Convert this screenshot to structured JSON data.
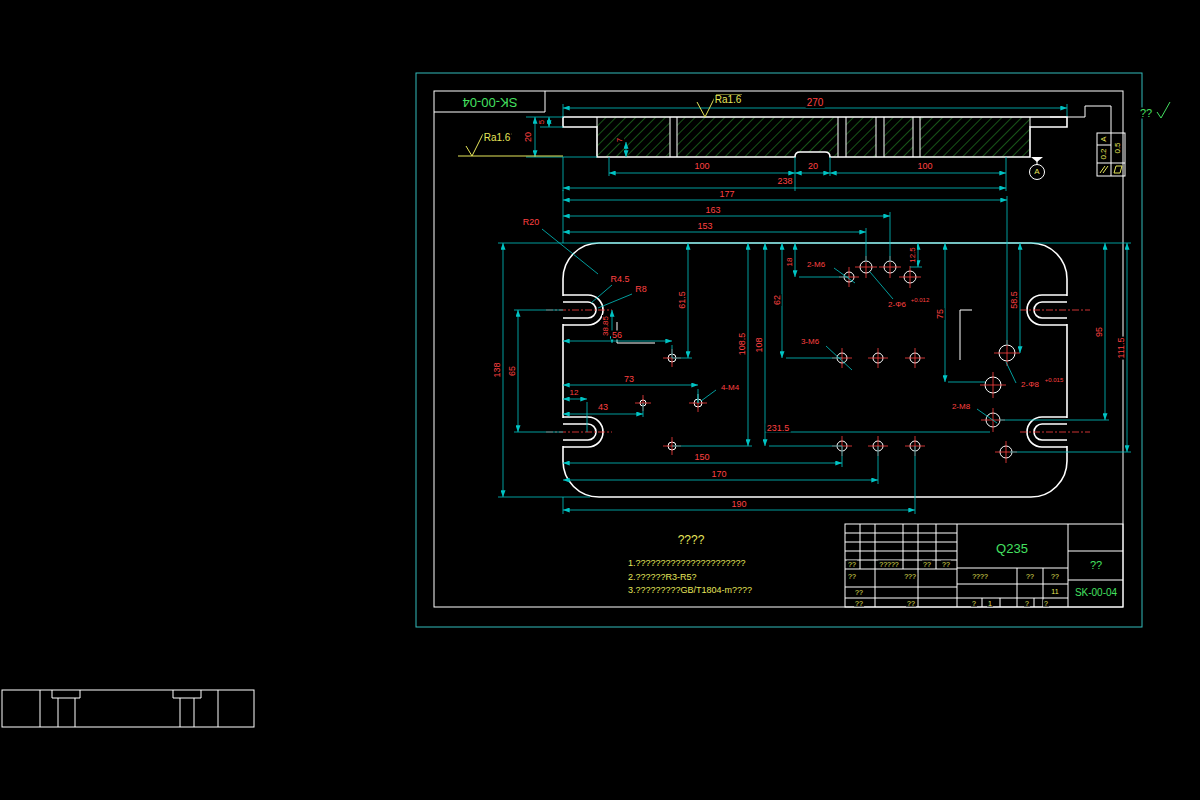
{
  "diagram": {
    "labels": [
      "SK-00-04",
      "Ra1.6",
      "270",
      "5",
      "20",
      "Ra1.6",
      "7",
      "100",
      "20",
      "100",
      "238",
      "??",
      "A",
      "0.2",
      "0.5",
      "A",
      "177",
      "163",
      "153",
      "R20",
      "R4.5",
      "R8",
      "12.5",
      "18",
      "2-M6",
      "2-Φ6",
      "+0.012",
      "62",
      "75",
      "58.5",
      "95",
      "111.5",
      "61.5",
      "38.85",
      "56",
      "108.5",
      "108",
      "3-M6",
      "138",
      "65",
      "73",
      "4-M4",
      "2-Φ8",
      "+0.015",
      "12",
      "43",
      "2-M8",
      "231.5",
      "150",
      "170",
      "190",
      "????",
      "1.??????????????????????",
      "2.??????R3-R5?",
      "3.?????????GB/T1804-m????",
      "Q235",
      "??",
      "SK-00-04",
      "??",
      "?????",
      "??",
      "??",
      "??",
      "???",
      "????",
      "??",
      "??",
      "11",
      "??",
      "??",
      "??",
      "?",
      "1",
      "?",
      "?"
    ]
  }
}
